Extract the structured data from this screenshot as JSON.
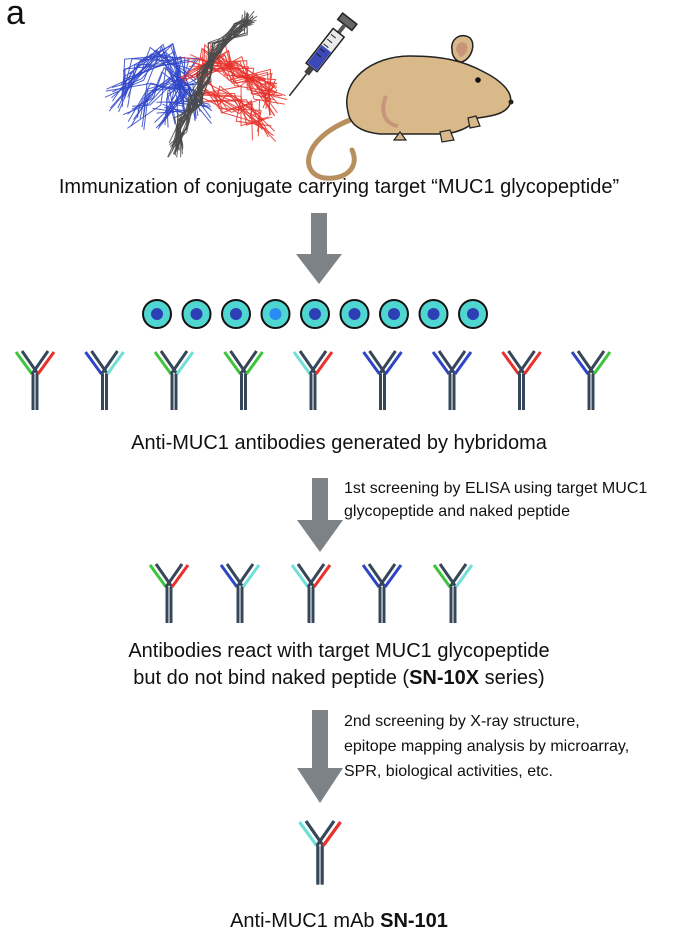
{
  "panel_label": "a",
  "captions": {
    "immunization": "Immunization of conjugate carrying target “MUC1 glycopeptide”",
    "generated": "Anti-MUC1 antibodies generated by hybridoma",
    "react_line1": "Antibodies react with target MUC1 glycopeptide",
    "react_line2_prefix": "but do not bind naked peptide (",
    "react_line2_bold": "SN-10X",
    "react_line2_suffix": " series)",
    "final_prefix": "Anti-MUC1 mAb ",
    "final_bold": "SN-101"
  },
  "notes": {
    "screening1_line1": "1st screening by ELISA using target MUC1",
    "screening1_line2": "glycopeptide and naked peptide",
    "screening2_line1": "2nd screening by X-ray structure,",
    "screening2_line2": "epitope mapping analysis by microarray,",
    "screening2_line3": "SPR, biological activities, etc."
  },
  "colors": {
    "red": "#e8312a",
    "green": "#3cc43a",
    "blue": "#2f45c8",
    "cyan": "#6fe0d8",
    "stem": "#37475a",
    "arrow": "#7d8287",
    "cell_fill": "#4fd6d0",
    "nucleus": "#2d3fb5",
    "nucleus_alt": "#2a8cf0",
    "mouse_body": "#d9b98a",
    "mouse_inner": "#c9957a"
  },
  "hybridoma_row": {
    "cells": 9,
    "highlighted_index": 3
  },
  "antibody_rows": {
    "row1": [
      [
        "green",
        "red"
      ],
      [
        "blue",
        "cyan"
      ],
      [
        "green",
        "cyan"
      ],
      [
        "green",
        "green"
      ],
      [
        "cyan",
        "red"
      ],
      [
        "blue",
        "blue"
      ],
      [
        "blue",
        "blue"
      ],
      [
        "red",
        "red"
      ],
      [
        "blue",
        "green"
      ]
    ],
    "row2": [
      [
        "green",
        "red"
      ],
      [
        "blue",
        "cyan"
      ],
      [
        "cyan",
        "red"
      ],
      [
        "blue",
        "blue"
      ],
      [
        "green",
        "cyan"
      ]
    ],
    "row3": [
      [
        "cyan",
        "red"
      ]
    ]
  }
}
